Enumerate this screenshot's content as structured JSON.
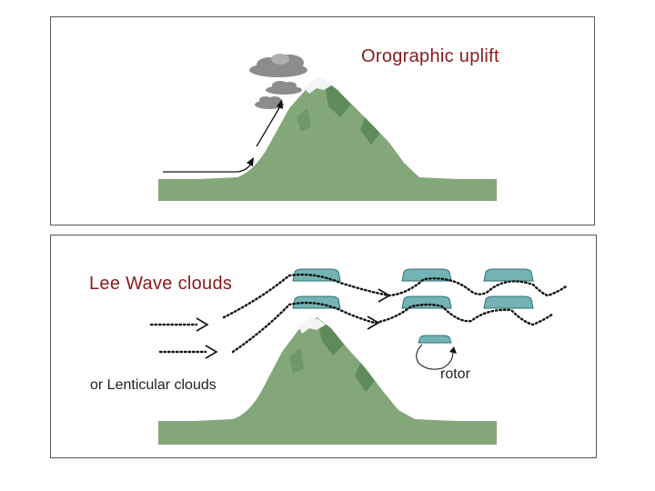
{
  "top_panel": {
    "title": "Orographic uplift"
  },
  "bottom_panel": {
    "title": "Lee Wave clouds",
    "subtitle": "or Lenticular clouds",
    "rotor_label": "rotor"
  },
  "colors": {
    "title_red": "#8b1a1a",
    "mountain_fill": "#84a77a",
    "mountain_dark": "#5f8a5c",
    "snow": "#f4f4f4",
    "cloud_gray": "#8c8c8c",
    "lenticular_fill": "#74b3b3",
    "lenticular_stroke": "#2f6f6f",
    "flow_line": "#111111"
  }
}
